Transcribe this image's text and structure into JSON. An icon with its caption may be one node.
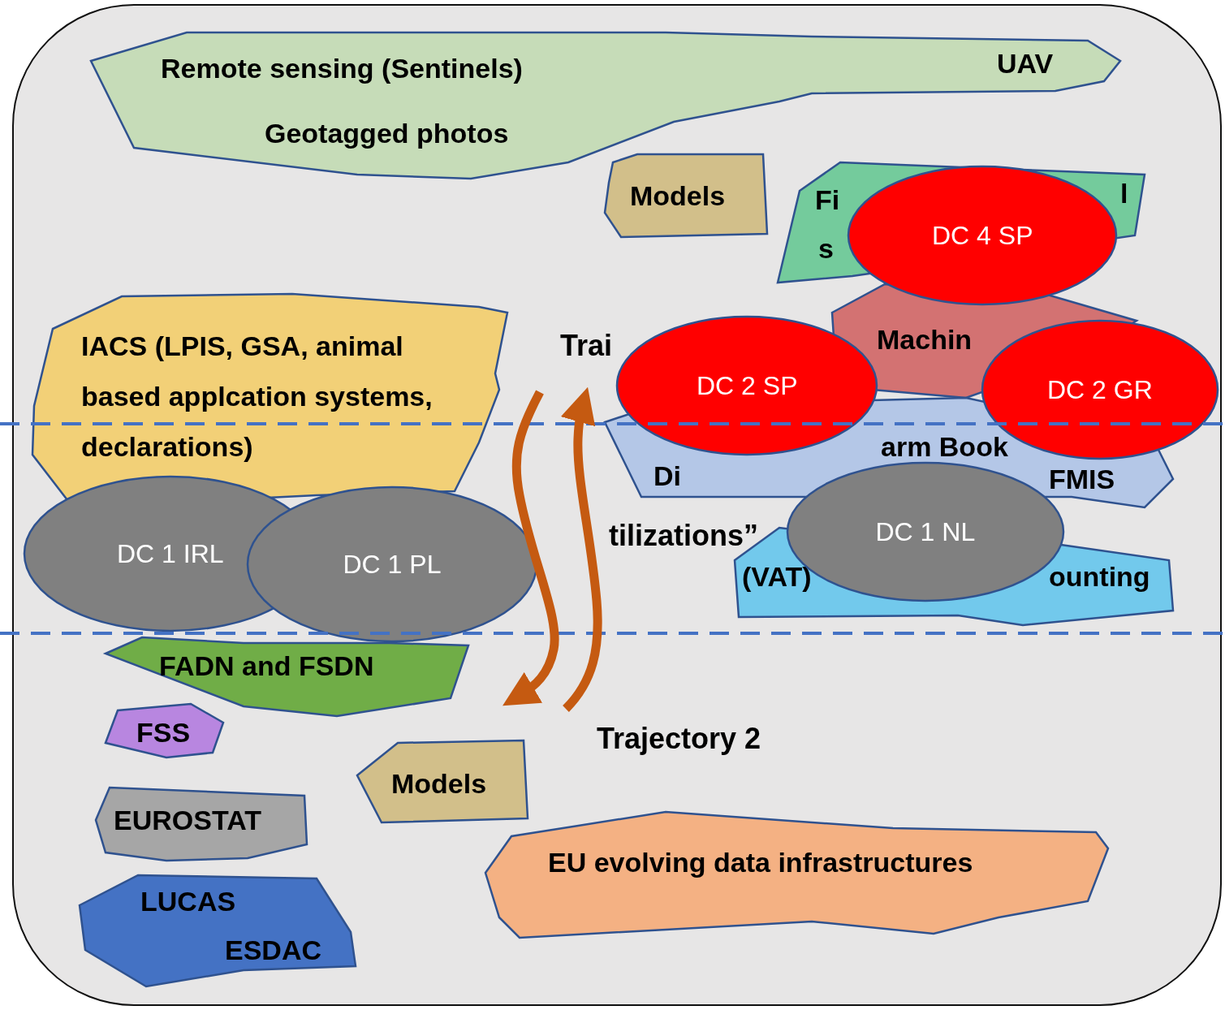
{
  "diagram": {
    "nodes": [
      {
        "text": [],
        "shape": "box"
      },
      {
        "text": [
          "Remote sensing (Sentinels)",
          "UAV",
          "Geotagged photos"
        ],
        "in": 0
      },
      {
        "text": [
          "Models"
        ],
        "in": 0
      },
      {
        "text": [
          "Fi",
          "l",
          "s"
        ],
        "in": 0
      },
      {
        "text": [
          "DC 4 SP"
        ],
        "in": 0
      },
      {
        "text": [
          "Machin"
        ],
        "in": 0
      },
      {
        "text": [
          "IACS (LPIS, GSA, animal based applcation systems, declarations)"
        ],
        "in": 0
      },
      {
        "text": [
          "DC 2 SP"
        ],
        "in": 0
      },
      {
        "text": [
          "DC 2 GR"
        ],
        "in": 0
      },
      {
        "text": [
          "Di",
          "arm Book",
          "FMIS"
        ],
        "in": 0
      },
      {
        "text": [
          "DC 1 IRL"
        ],
        "in": 0
      },
      {
        "text": [
          "DC 1 PL"
        ],
        "in": 0
      },
      {
        "text": [
          "DC 1 NL"
        ],
        "in": 0
      },
      {
        "text": [
          "(VAT)",
          "ounting"
        ],
        "in": 0
      },
      {
        "text": [
          "FADN and FSDN"
        ],
        "in": 0
      },
      {
        "text": [
          "FSS"
        ],
        "in": 0
      },
      {
        "text": [
          "Models"
        ],
        "in": 0
      },
      {
        "text": [
          "EUROSTAT"
        ],
        "in": 0
      },
      {
        "text": [
          "EU evolving data infrastructures"
        ],
        "in": 0
      },
      {
        "text": [
          "LUCAS",
          "ESDAC"
        ],
        "in": 0
      }
    ],
    "edges": [],
    "labels": [
      "Trai",
      "tilizations”",
      "Trajectory 2"
    ]
  }
}
